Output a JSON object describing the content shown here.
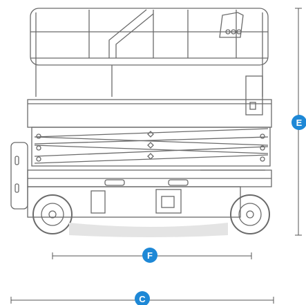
{
  "dimensions": {
    "height": {
      "label": "E"
    },
    "wheelbase": {
      "label": "F"
    },
    "overall_length": {
      "label": "C"
    }
  },
  "colors": {
    "badge": "#1e88d6",
    "badge_text": "#ffffff",
    "line": "#555555",
    "machine_line": "#6a6a6a",
    "shadow": "#e4e4e4"
  },
  "icons": {
    "machine": "scissor-lift-side-view"
  }
}
